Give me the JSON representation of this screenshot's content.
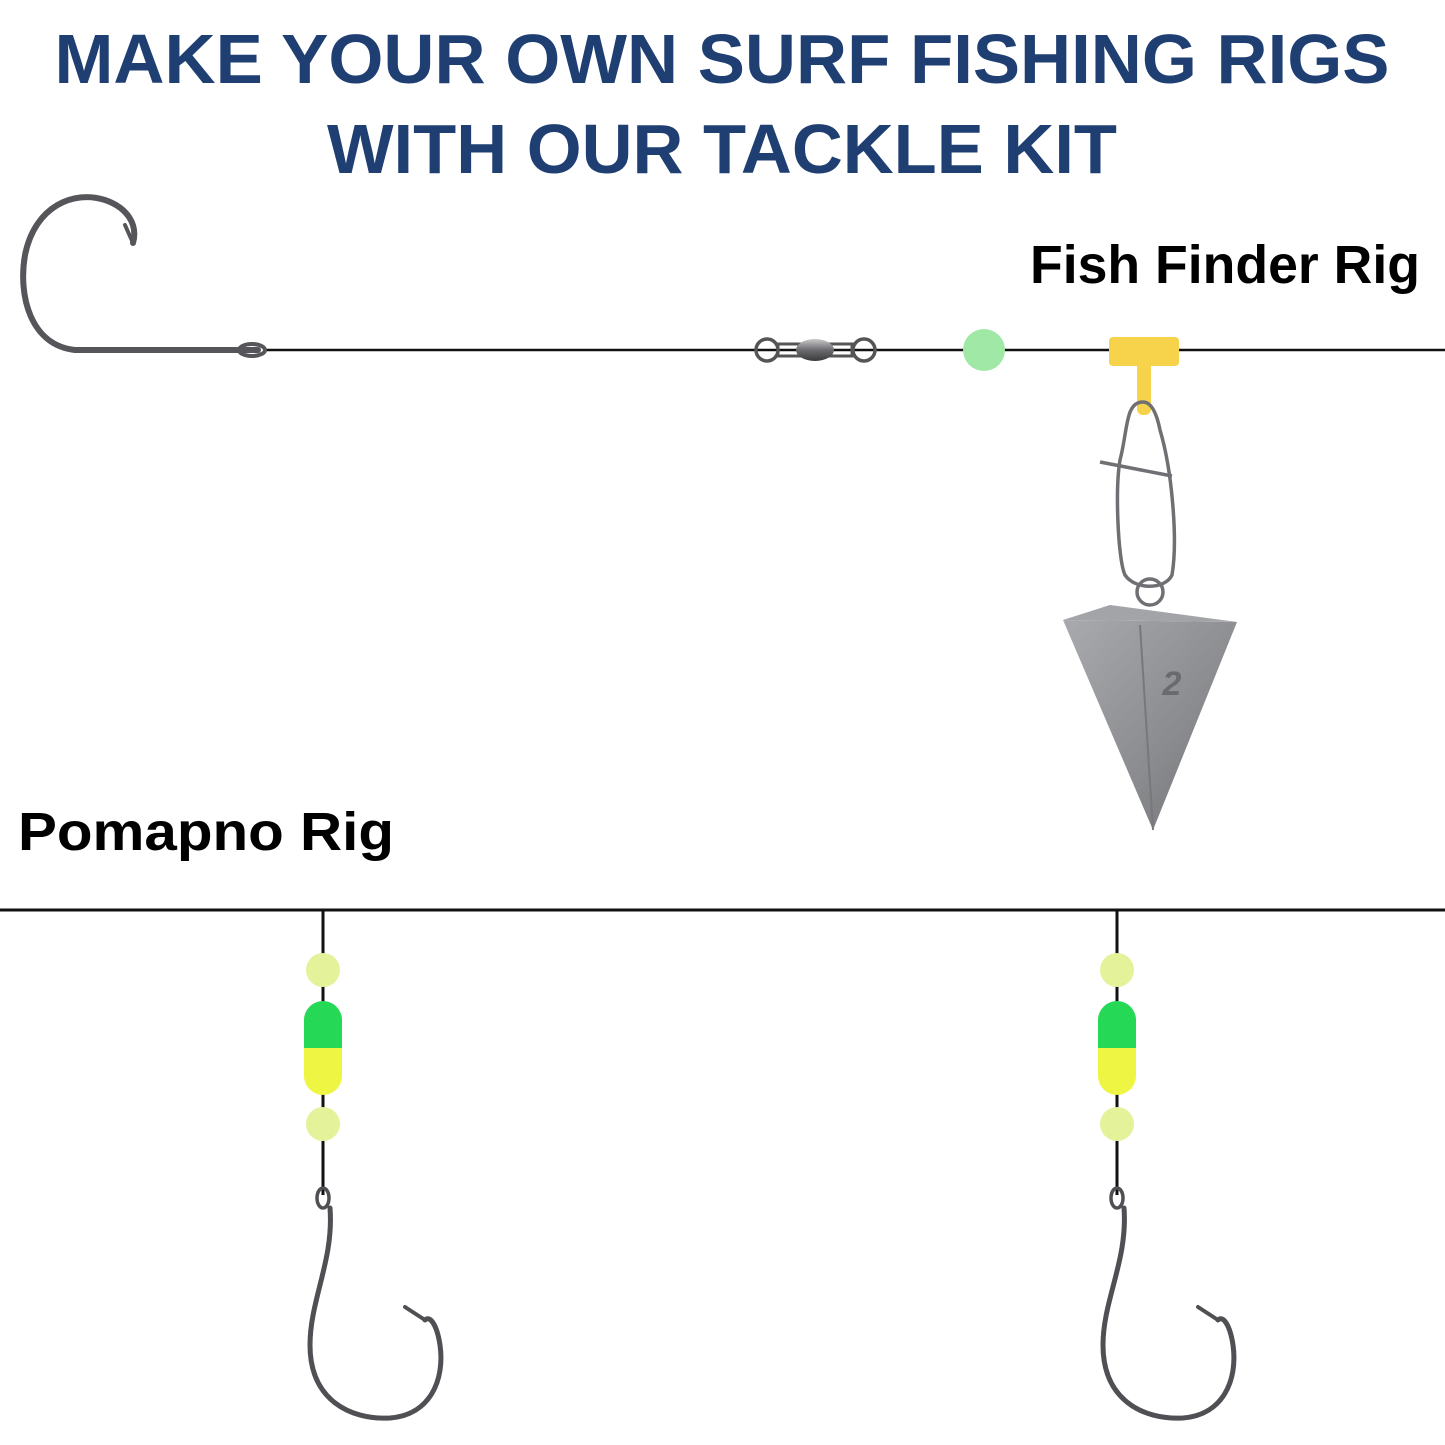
{
  "title": {
    "line1": "MAKE YOUR OWN SURF FISHING RIGS",
    "line2": "WITH OUR TACKLE KIT",
    "color": "#1f3f73"
  },
  "rigs": [
    {
      "label": "Fish Finder Rig",
      "components": [
        "hook-icon",
        "swivel-icon",
        "bead-icon",
        "sinker-slide-icon",
        "snap-icon",
        "pyramid-sinker-icon"
      ],
      "sinker_marking": "2"
    },
    {
      "label": "Pomapno Rig",
      "components": [
        "bead-icon",
        "float-icon",
        "bead-icon",
        "hook-icon"
      ]
    }
  ],
  "colors": {
    "line": "#111111",
    "glow_bead": "#9fe8a5",
    "sleeve": "#f6d34a",
    "yellow_bead": "#e4f29a",
    "float_top": "#25d957",
    "float_bottom": "#eef542",
    "metal": "#5a5a5e",
    "lead": "#8c8d90"
  }
}
